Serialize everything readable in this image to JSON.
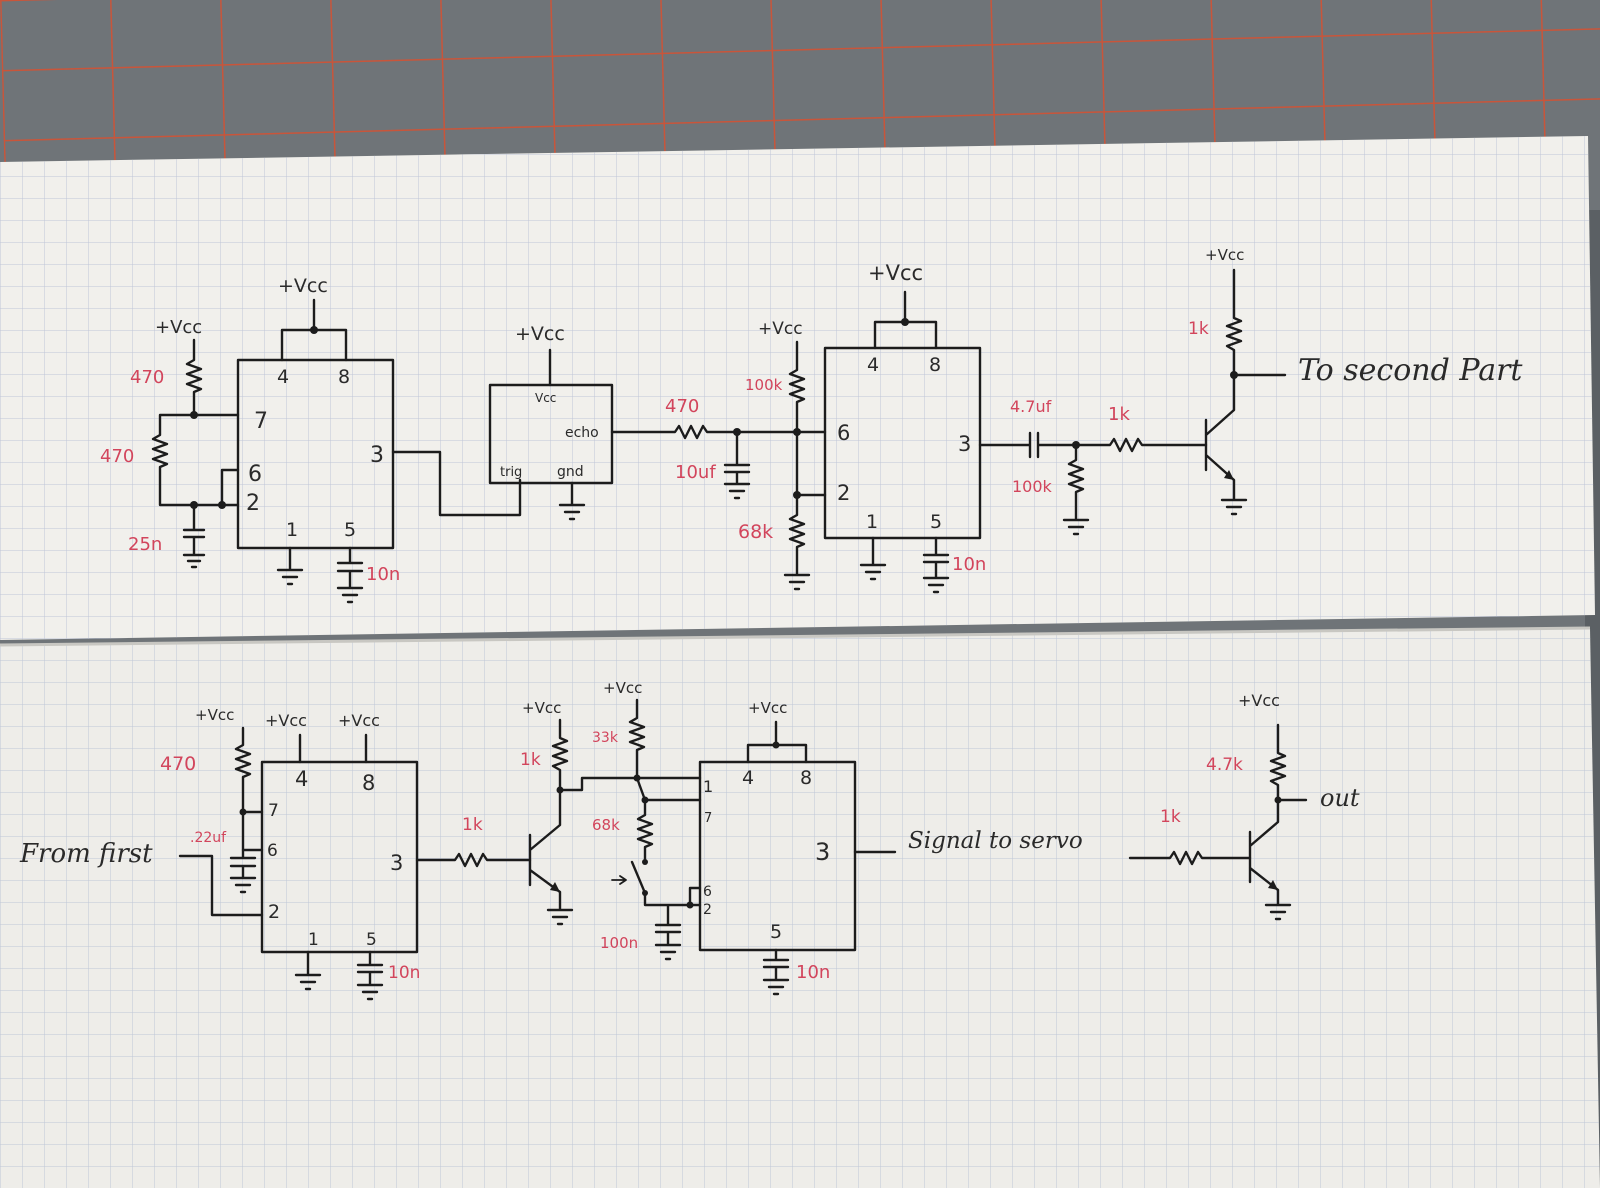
{
  "background": {
    "mat_color": "#6f7478",
    "mat_grid_color": "#c9553a",
    "paper_color": "#f1f0ec",
    "paper_grid_color": "#b7bfd3",
    "ink_color": "#1c1c1c",
    "value_color": "#d2455c"
  },
  "sheet1": {
    "chip1": {
      "pin4": "4",
      "pin8": "8",
      "pin7": "7",
      "pin6": "6",
      "pin2": "2",
      "pin3": "3",
      "pin1": "1",
      "pin5": "5",
      "vcc": "+Vcc",
      "vcc_r": "+Vcc",
      "r1": "470",
      "r2": "470",
      "c1": "25n",
      "c5": "10n"
    },
    "sensor": {
      "vcc_top": "+Vcc",
      "vcc_inside": "Vcc",
      "echo": "echo",
      "trig": "trig",
      "gnd": "gnd"
    },
    "filter": {
      "r": "470",
      "c": "10uf"
    },
    "chip2": {
      "pin4": "4",
      "pin8": "8",
      "pin6": "6",
      "pin2": "2",
      "pin3": "3",
      "pin1": "1",
      "pin5": "5",
      "vcc": "+Vcc",
      "vcc_div": "+Vcc",
      "r_top": "100k",
      "r_bot": "68k",
      "c5": "10n"
    },
    "output": {
      "c": "4.7uf",
      "r_pd": "100k",
      "r_base": "1k",
      "r_col": "1k",
      "vcc": "+Vcc",
      "note": "To second Part"
    }
  },
  "sheet2": {
    "input": "From first",
    "chip3": {
      "pin4": "4",
      "pin8": "8",
      "pin7": "7",
      "pin6": "6",
      "pin2": "2",
      "pin3": "3",
      "pin1": "1",
      "pin5": "5",
      "vcc_r": "+Vcc",
      "vcc4": "+Vcc",
      "vcc8": "+Vcc",
      "r": "470",
      "c": ".22uf",
      "c5": "10n"
    },
    "driver": {
      "r_base": "1k",
      "r_col": "1k",
      "vcc": "+Vcc"
    },
    "timing": {
      "vcc": "+Vcc",
      "r_top": "33k",
      "r_mid": "68k",
      "c": "100n"
    },
    "chip4": {
      "pin4": "4",
      "pin8": "8",
      "pin1": "1",
      "pin7": "7",
      "pin6": "6",
      "pin2": "2",
      "pin3": "3",
      "pin5": "5",
      "vcc": "+Vcc",
      "c5": "10n"
    },
    "signal": "Signal to servo",
    "out_stage": {
      "r_base": "1k",
      "r_col": "4.7k",
      "vcc": "+Vcc",
      "out": "out"
    }
  }
}
